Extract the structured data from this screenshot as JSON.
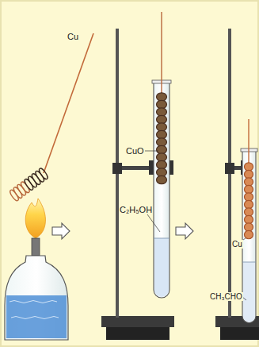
{
  "diagram": {
    "labels": [
      "Cu",
      "CuO",
      "C₂H₅OH",
      "Cu",
      "CH₃CHO"
    ]
  }
}
